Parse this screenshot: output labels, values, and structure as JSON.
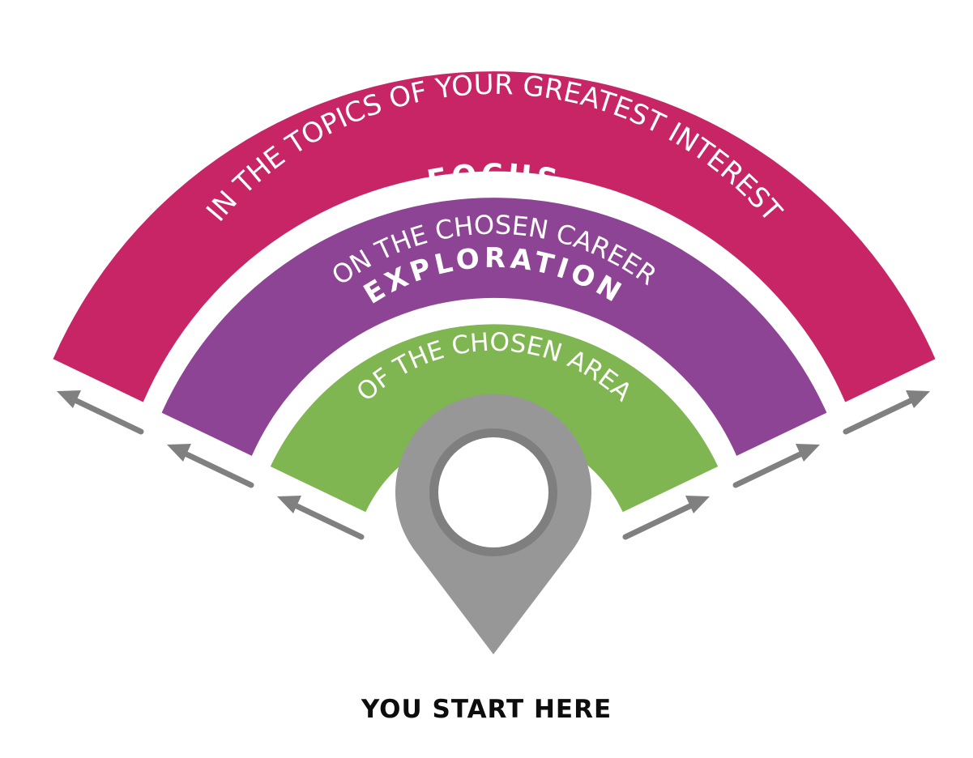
{
  "colors": {
    "specialize": "#c72566",
    "focus": "#8e4494",
    "exploration": "#7fb651",
    "pin": "#979797",
    "pin_ring": "#7f7f7f",
    "arrow": "#808080",
    "caption": "#0d0d0d"
  },
  "bands": {
    "specialize": {
      "title": "SPECIALIZE",
      "subtitle": "IN THE TOPICS OF YOUR GREATEST INTEREST"
    },
    "focus": {
      "title": "FOCUS",
      "subtitle": "ON THE CHOSEN CAREER"
    },
    "exploration": {
      "title": "EXPLORATION",
      "subtitle": "OF THE CHOSEN AREA"
    }
  },
  "pin": {
    "icon": "location-pin-icon"
  },
  "caption": "YOU START HERE"
}
